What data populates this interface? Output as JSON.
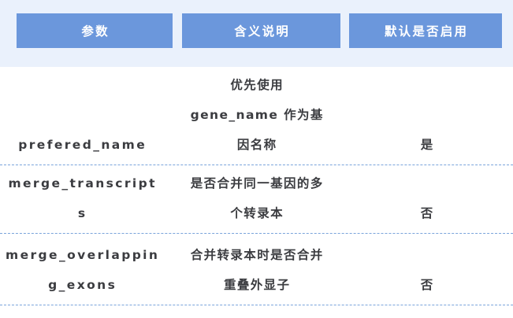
{
  "table": {
    "columns": [
      {
        "key": "param",
        "header": "参数"
      },
      {
        "key": "desc",
        "header": "含义说明"
      },
      {
        "key": "default",
        "header": "默认是否启用"
      }
    ],
    "rows": [
      {
        "param": "prefered_name",
        "param_lines": [
          "prefered_name"
        ],
        "desc": "优先使用 gene_name 作为基因名称",
        "desc_lines": [
          "优先使用",
          "gene_name 作为基",
          "因名称"
        ],
        "default": "是"
      },
      {
        "param": "merge_transcripts",
        "param_lines": [
          "merge_transcript",
          "s"
        ],
        "desc": "是否合并同一基因的多个转录本",
        "desc_lines": [
          "是否合并同一基因的多",
          "个转录本"
        ],
        "default": "否"
      },
      {
        "param": "merge_overlapping_exons",
        "param_lines": [
          "merge_overlappin",
          "g_exons"
        ],
        "desc": "合并转录本时是否合并重叠外显子",
        "desc_lines": [
          "合并转录本时是否合并",
          "重叠外显子"
        ],
        "default": "否"
      }
    ]
  },
  "colors": {
    "header_band": "#eaf1fc",
    "header_cell": "#6b97dc",
    "header_text": "#ffffff",
    "body_text": "#3b3c40",
    "row_divider": "#7aa4db",
    "body_background": "#ffffff"
  }
}
